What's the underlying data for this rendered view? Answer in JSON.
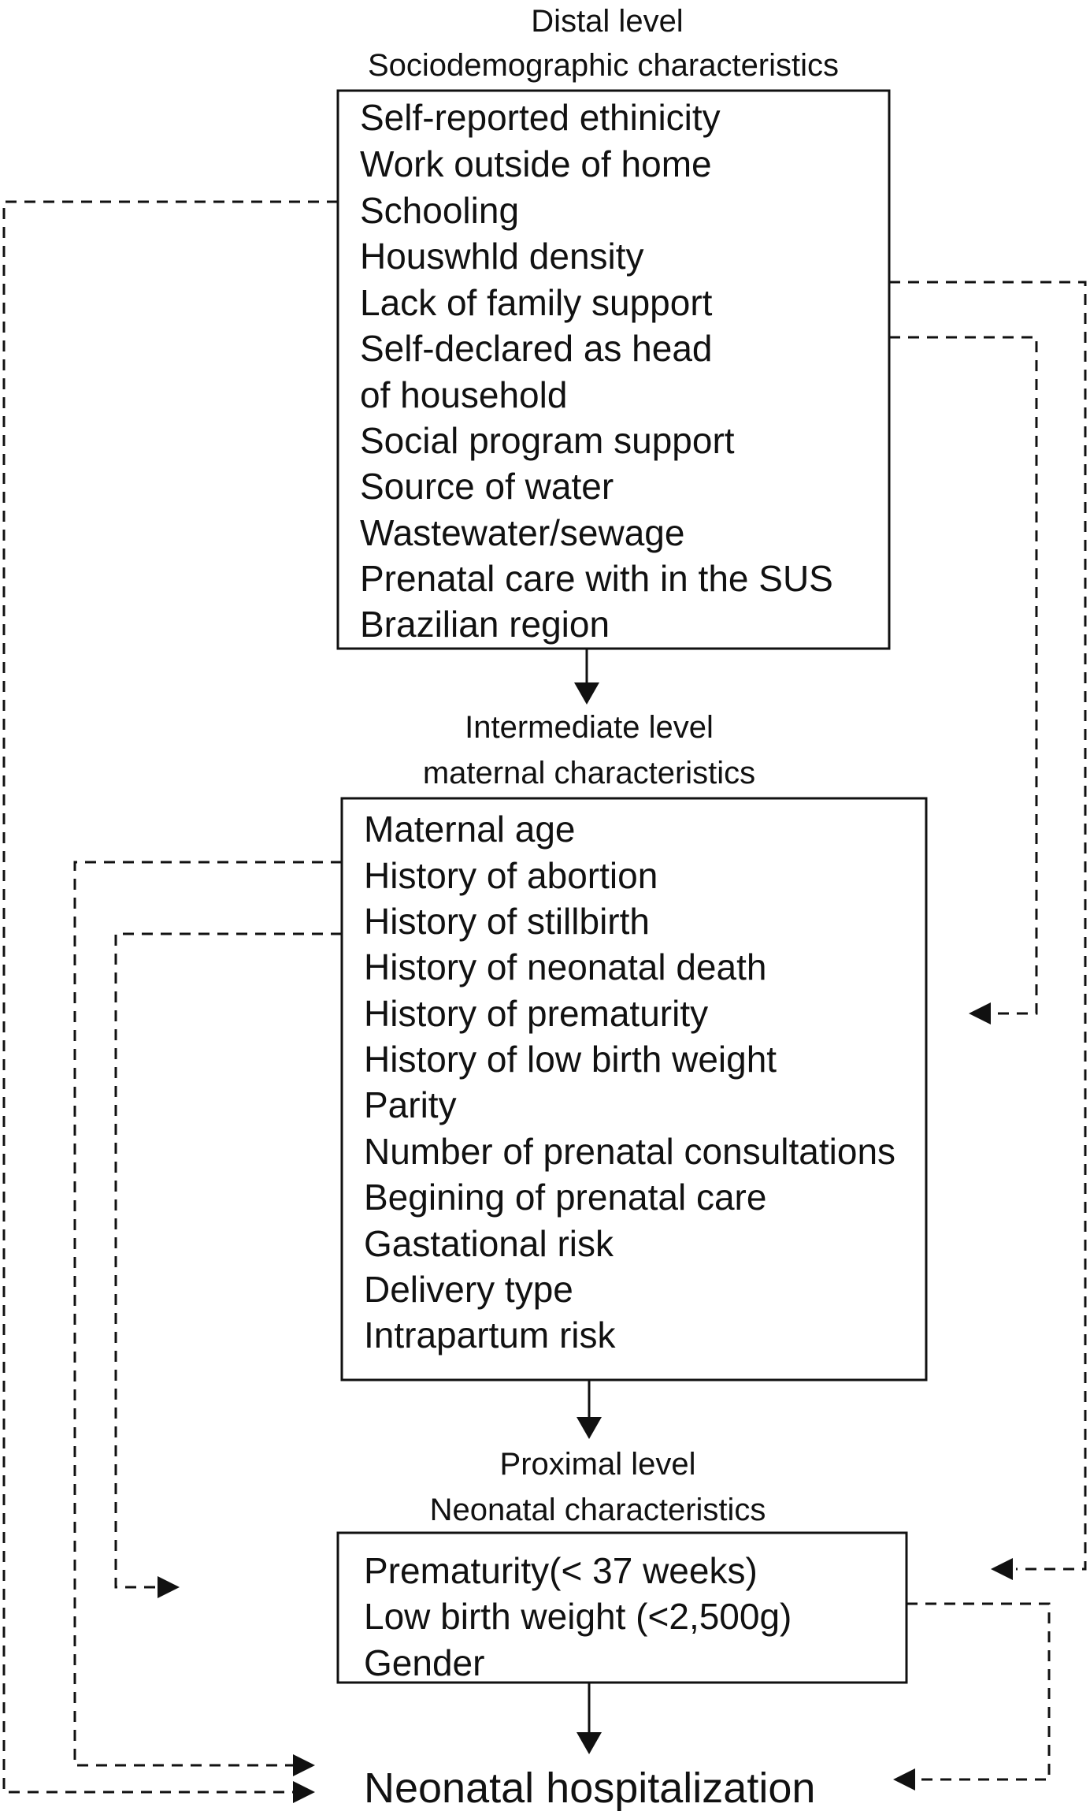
{
  "distal": {
    "title": "Distal level",
    "subtitle": "Sociodemographic characteristics",
    "items": [
      "Self-reported ethinicity",
      "Work outside of home",
      "Schooling",
      "Houswhld density",
      "Lack of family support",
      "Self-declared as head",
      "of household",
      "Social program support",
      "Source of water",
      "Wastewater/sewage",
      "Prenatal care with in the SUS",
      "Brazilian region"
    ]
  },
  "intermediate": {
    "title": "Intermediate level",
    "subtitle": "maternal characteristics",
    "items": [
      "Maternal age",
      "History of abortion",
      "History of stillbirth",
      "History of neonatal death",
      "History of prematurity",
      "History of low birth weight",
      "Parity",
      "Number of prenatal consultations",
      "Begining of prenatal care",
      "Gastational risk",
      "Delivery type",
      "Intrapartum risk"
    ]
  },
  "proximal": {
    "title": "Proximal level",
    "subtitle": "Neonatal characteristics",
    "items": [
      "Prematurity(< 37 weeks)",
      "Low birth weight (<2,500g)",
      "Gender"
    ]
  },
  "outcome": {
    "label": "Neonatal hospitalization"
  }
}
